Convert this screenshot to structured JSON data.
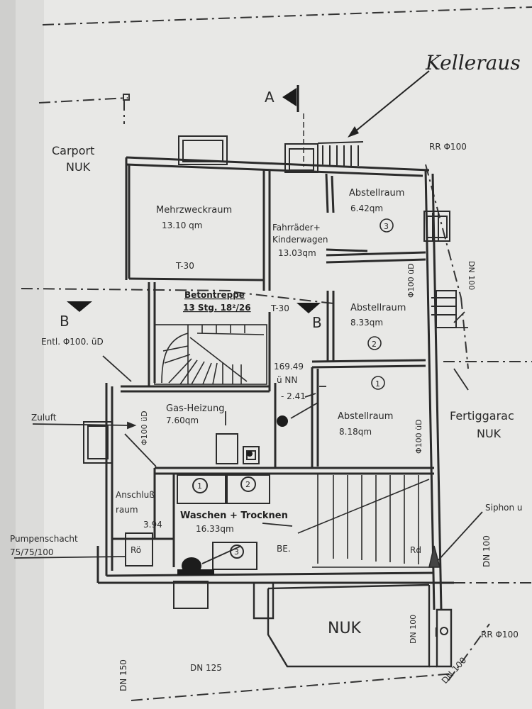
{
  "labels": {
    "kelleraus": "Kelleraus",
    "section_a": "A",
    "rr_top": "RR Φ100",
    "carport": "Carport",
    "carport_nuk": "NUK",
    "mehrzweckraum": "Mehrzweckraum",
    "mehrzweckraum_area": "13.10  qm",
    "fahrraeder": "Fahrräder+",
    "kinderwagen": "Kinderwagen",
    "fahrraeder_area": "13.03qm",
    "abstellraum3": "Abstellraum",
    "abstellraum3_area": "6.42qm",
    "abstellraum3_num": "3",
    "t30_upper": "T-30",
    "t30_lower": "T-30",
    "betontreppe": "Betontreppe",
    "betontreppe_spec": "13 Stg. 18²/26",
    "section_b_left": "B",
    "section_b_right": "B",
    "entl": "Entl. Φ100. üD",
    "abstellraum2": "Abstellraum",
    "abstellraum2_area": "8.33qm",
    "abstellraum2_num": "2",
    "dn_100_right_upper": "DN 100",
    "phi_100_ud_upper": "Φ100 üD",
    "level_value": "169.49",
    "level_unit": "ü NN",
    "level_depth": "- 2.41",
    "abstellraum1_num": "1",
    "zuluft": "Zuluft",
    "gas_heizung": "Gas-Heizung",
    "gas_heizung_area": "7.60qm",
    "phi_100_ud_left": "Φ100 üD",
    "abstellraum1": "Abstellraum",
    "abstellraum1_area": "8.18qm",
    "phi_100_ud_right": "Φ100 üD",
    "fertiggarage": "Fertiggarac",
    "fertiggarage_nuk": "NUK",
    "anschluss1": "Anschluß",
    "anschluss2": "raum",
    "anschluss_area": "3.94",
    "box1": "1",
    "box2": "2",
    "box3": "3",
    "waschen": "Waschen + Trocknen",
    "waschen_area": "16.33qm",
    "siphon": "Siphon u",
    "pumpenschacht": "Pumpenschacht",
    "pumpenschacht_dim": "75/75/100",
    "roe": "Rö",
    "be": "BE.",
    "rd": "Rd",
    "dn_100_right_lower": "DN 100",
    "nuk_bottom": "NUK",
    "dn_100_nuk": "DN 100",
    "rr_bottom": "RR Φ100",
    "dn_150": "DN 150",
    "dn_125": "DN 125",
    "dn_100_bottom": "DN 100"
  }
}
